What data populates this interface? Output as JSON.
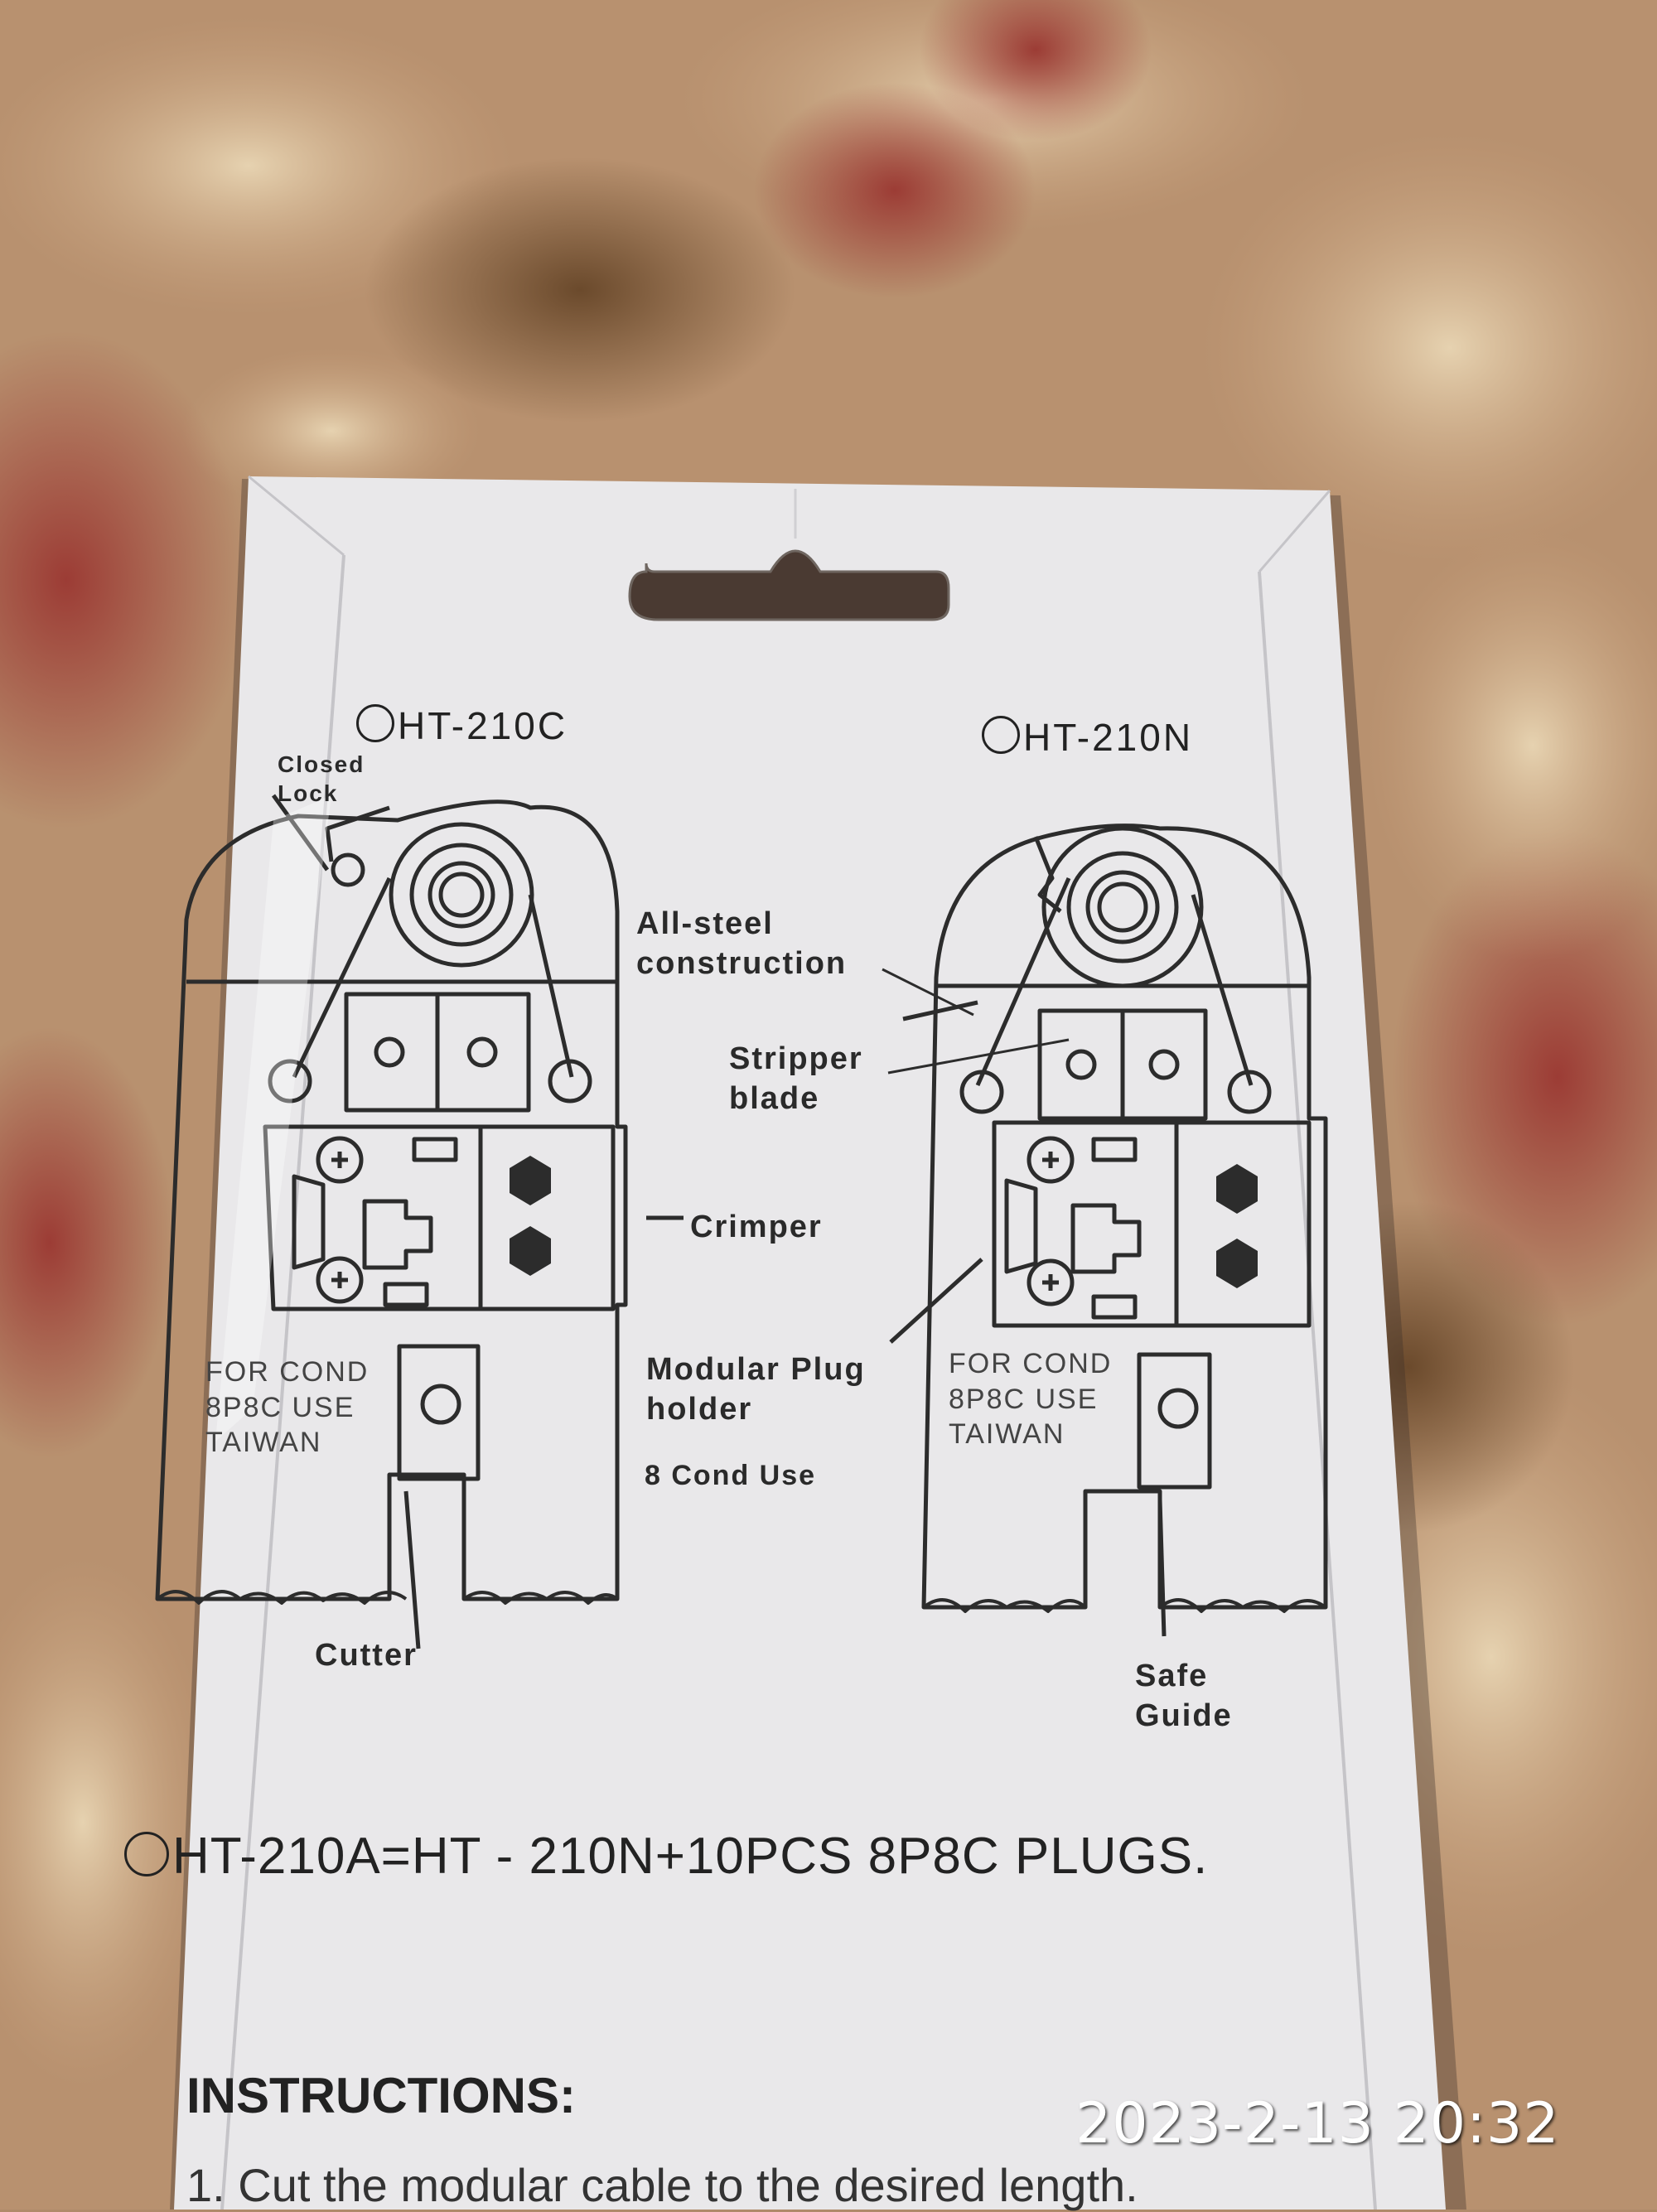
{
  "colors": {
    "carpet_base": "#b08a6a",
    "card": "#e9e8ea",
    "ink": "#2a2a2a",
    "timestamp": "#ffffff"
  },
  "left_tool": {
    "model": "HT-210C",
    "closed_lock_label": "Closed\nLock",
    "stamp_text": "FOR COND\n8P8C USE\nTAIWAN",
    "cutter_label": "Cutter"
  },
  "right_tool": {
    "model": "HT-210N",
    "stamp_text": "FOR COND\n8P8C USE\nTAIWAN",
    "safe_guide_label": "Safe\nGuide"
  },
  "callouts": {
    "all_steel": "All-steel\nconstruction",
    "stripper": "Stripper\nblade",
    "crimper": "Crimper",
    "plug_holder": "Modular Plug\nholder",
    "cond_use": "8 Cond Use"
  },
  "combo_line": "HT-210A=HT - 210N+10PCS 8P8C PLUGS.",
  "instructions": {
    "title": "INSTRUCTIONS:",
    "step_1": "1.  Cut the modular cable to the desired length."
  },
  "timestamp": "2023-2-13 20:32"
}
